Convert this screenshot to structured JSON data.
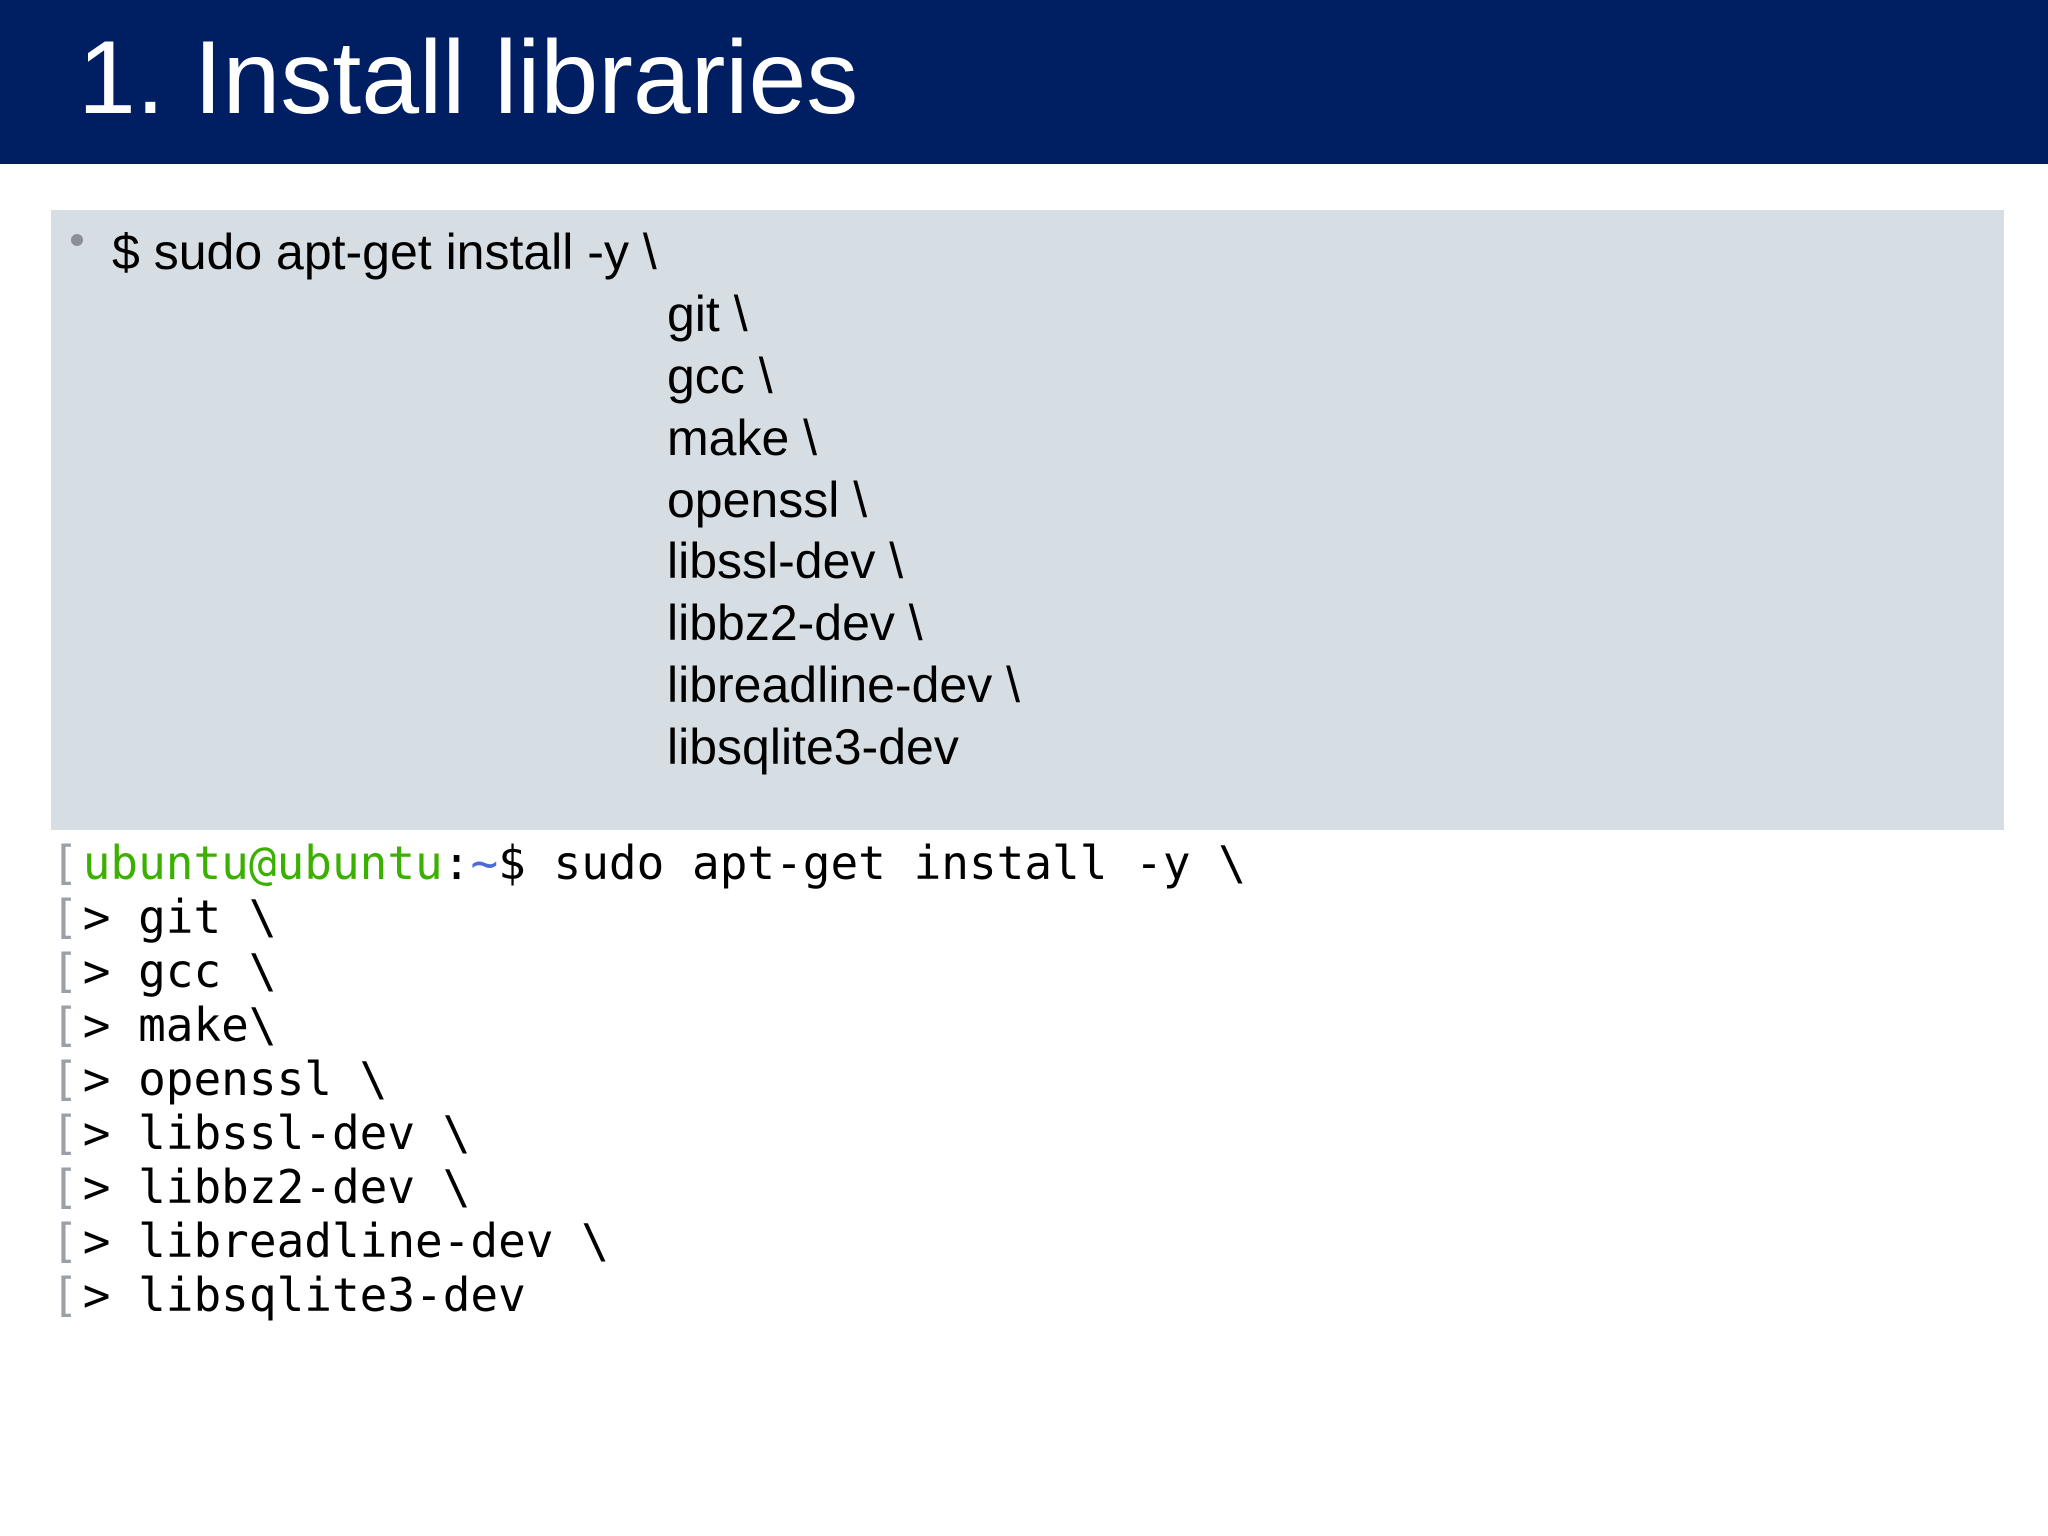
{
  "slide": {
    "title": "1. Install libraries"
  },
  "command_box": {
    "first_line": "$ sudo apt-get install -y \\",
    "packages": [
      "git \\",
      "gcc \\",
      "make \\",
      "openssl \\",
      "libssl-dev \\",
      "libbz2-dev \\",
      "libreadline-dev \\",
      "libsqlite3-dev"
    ]
  },
  "terminal": {
    "prompt_user": "ubuntu@ubuntu",
    "prompt_sep": ":",
    "prompt_path": "~",
    "prompt_symbol": "$",
    "command": " sudo apt-get install -y \\",
    "continuation_marker": "> ",
    "lines": [
      "git \\",
      "gcc \\",
      "make\\",
      "openssl \\",
      "libssl-dev \\",
      "libbz2-dev \\",
      "libreadline-dev \\",
      "libsqlite3-dev"
    ]
  },
  "colors": {
    "title_bar": "#001f63",
    "command_box": "#d6dee3",
    "prompt_user": "#3bb000",
    "prompt_path": "#4c6bd8"
  }
}
